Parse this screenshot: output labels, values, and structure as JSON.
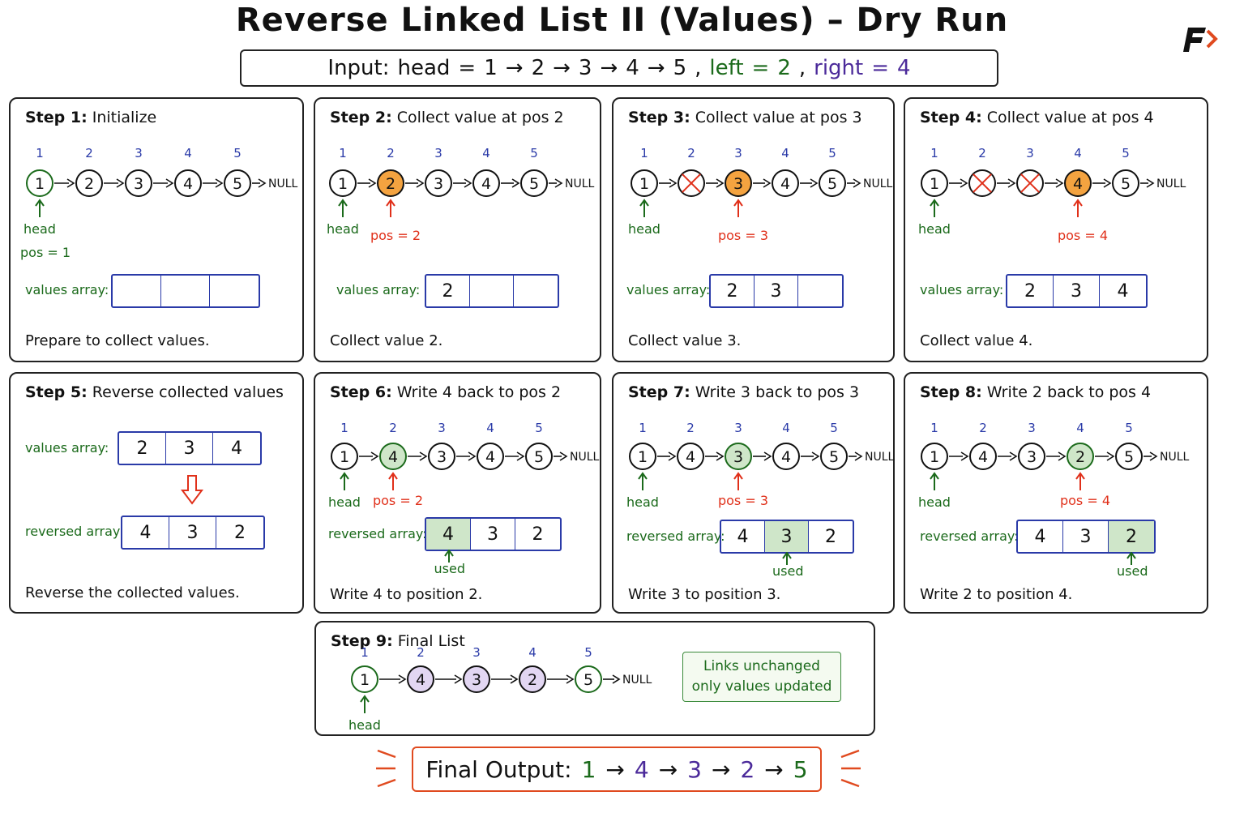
{
  "title": "Reverse Linked List II (Values) – Dry Run",
  "input": {
    "label": "Input:",
    "head_label": "head",
    "eq": "=",
    "list": [
      "1",
      "2",
      "3",
      "4",
      "5"
    ],
    "sep": ",",
    "left_label": "left",
    "left_value": "2",
    "right_label": "right",
    "right_value": "4"
  },
  "labels": {
    "null": "NULL",
    "head": "head",
    "used": "used",
    "values_array": "values array:",
    "reversed_array": "reversed array:"
  },
  "colors": {
    "index": "#2a3aa8",
    "head": "#1b6a1b",
    "pointer": "#e0301a",
    "collect": "#f4a340",
    "written": "#cfe6c9",
    "final_node": "#e2d6f2",
    "cross": "#e0301a",
    "final_border": "#e04a1f"
  },
  "steps": [
    {
      "num": "Step 1:",
      "title": "Initialize",
      "indices": [
        "1",
        "2",
        "3",
        "4",
        "5"
      ],
      "nodes": [
        {
          "v": "1",
          "s": "head"
        },
        {
          "v": "2"
        },
        {
          "v": "3"
        },
        {
          "v": "4"
        },
        {
          "v": "5"
        }
      ],
      "head_label": "head",
      "pointer_label": "pos = 1",
      "array_label": "values array:",
      "array": [
        "",
        "",
        ""
      ],
      "used_index": null,
      "caption": "Prepare to collect values."
    },
    {
      "num": "Step 2:",
      "title": "Collect value at pos 2",
      "indices": [
        "1",
        "2",
        "3",
        "4",
        "5"
      ],
      "nodes": [
        {
          "v": "1"
        },
        {
          "v": "2",
          "s": "collect"
        },
        {
          "v": "3"
        },
        {
          "v": "4"
        },
        {
          "v": "5"
        }
      ],
      "head_label": "head",
      "pointer_label": "pos = 2",
      "pointer_node": 1,
      "array_label": "values array:",
      "array": [
        "2",
        "",
        ""
      ],
      "used_index": null,
      "caption": "Collect value 2."
    },
    {
      "num": "Step 3:",
      "title": "Collect value at pos 3",
      "indices": [
        "1",
        "2",
        "3",
        "4",
        "5"
      ],
      "nodes": [
        {
          "v": "1"
        },
        {
          "v": "",
          "s": "crossed"
        },
        {
          "v": "3",
          "s": "collect"
        },
        {
          "v": "4"
        },
        {
          "v": "5"
        }
      ],
      "head_label": "head",
      "pointer_label": "pos = 3",
      "pointer_node": 2,
      "array_label": "values array:",
      "array": [
        "2",
        "3",
        ""
      ],
      "used_index": null,
      "caption": "Collect value 3."
    },
    {
      "num": "Step 4:",
      "title": "Collect value at pos 4",
      "indices": [
        "1",
        "2",
        "3",
        "4",
        "5"
      ],
      "nodes": [
        {
          "v": "1"
        },
        {
          "v": "",
          "s": "crossed"
        },
        {
          "v": "",
          "s": "crossed"
        },
        {
          "v": "4",
          "s": "collect"
        },
        {
          "v": "5"
        }
      ],
      "head_label": "head",
      "pointer_label": "pos = 4",
      "pointer_node": 3,
      "array_label": "values array:",
      "array": [
        "2",
        "3",
        "4"
      ],
      "used_index": null,
      "caption": "Collect value 4."
    },
    {
      "num": "Step 5:",
      "title": "Reverse collected values",
      "values_label": "values array:",
      "values": [
        "2",
        "3",
        "4"
      ],
      "reversed_label": "reversed array:",
      "reversed": [
        "4",
        "3",
        "2"
      ],
      "caption": "Reverse the collected values."
    },
    {
      "num": "Step 6:",
      "title": "Write 4 back to pos 2",
      "indices": [
        "1",
        "2",
        "3",
        "4",
        "5"
      ],
      "nodes": [
        {
          "v": "1"
        },
        {
          "v": "4",
          "s": "written"
        },
        {
          "v": "3"
        },
        {
          "v": "4"
        },
        {
          "v": "5"
        }
      ],
      "head_label": "head",
      "pointer_label": "pos = 2",
      "pointer_node": 1,
      "array_label": "reversed array:",
      "array": [
        "4",
        "3",
        "2"
      ],
      "used_index": 0,
      "used_label": "used",
      "caption": "Write 4 to position 2."
    },
    {
      "num": "Step 7:",
      "title": "Write 3 back to pos 3",
      "indices": [
        "1",
        "2",
        "3",
        "4",
        "5"
      ],
      "nodes": [
        {
          "v": "1"
        },
        {
          "v": "4"
        },
        {
          "v": "3",
          "s": "written"
        },
        {
          "v": "4"
        },
        {
          "v": "5"
        }
      ],
      "head_label": "head",
      "pointer_label": "pos = 3",
      "pointer_node": 2,
      "array_label": "reversed array:",
      "array": [
        "4",
        "3",
        "2"
      ],
      "used_index": 1,
      "used_label": "used",
      "caption": "Write 3 to position 3."
    },
    {
      "num": "Step 8:",
      "title": "Write 2 back to pos 4",
      "indices": [
        "1",
        "2",
        "3",
        "4",
        "5"
      ],
      "nodes": [
        {
          "v": "1"
        },
        {
          "v": "4"
        },
        {
          "v": "3"
        },
        {
          "v": "2",
          "s": "written"
        },
        {
          "v": "5"
        }
      ],
      "head_label": "head",
      "pointer_label": "pos = 4",
      "pointer_node": 3,
      "array_label": "reversed array:",
      "array": [
        "4",
        "3",
        "2"
      ],
      "used_index": 2,
      "used_label": "used",
      "caption": "Write 2 to position 4."
    },
    {
      "num": "Step 9:",
      "title": "Final List",
      "indices": [
        "1",
        "2",
        "3",
        "4",
        "5"
      ],
      "nodes": [
        {
          "v": "1",
          "s": "head"
        },
        {
          "v": "4",
          "s": "final"
        },
        {
          "v": "3",
          "s": "final"
        },
        {
          "v": "2",
          "s": "final"
        },
        {
          "v": "5",
          "s": "head"
        }
      ],
      "head_label": "head",
      "note_line1": "Links unchanged",
      "note_line2": "only values updated"
    }
  ],
  "final_output": {
    "label": "Final Output:",
    "values": [
      "1",
      "4",
      "3",
      "2",
      "5"
    ],
    "arrow": "→"
  }
}
